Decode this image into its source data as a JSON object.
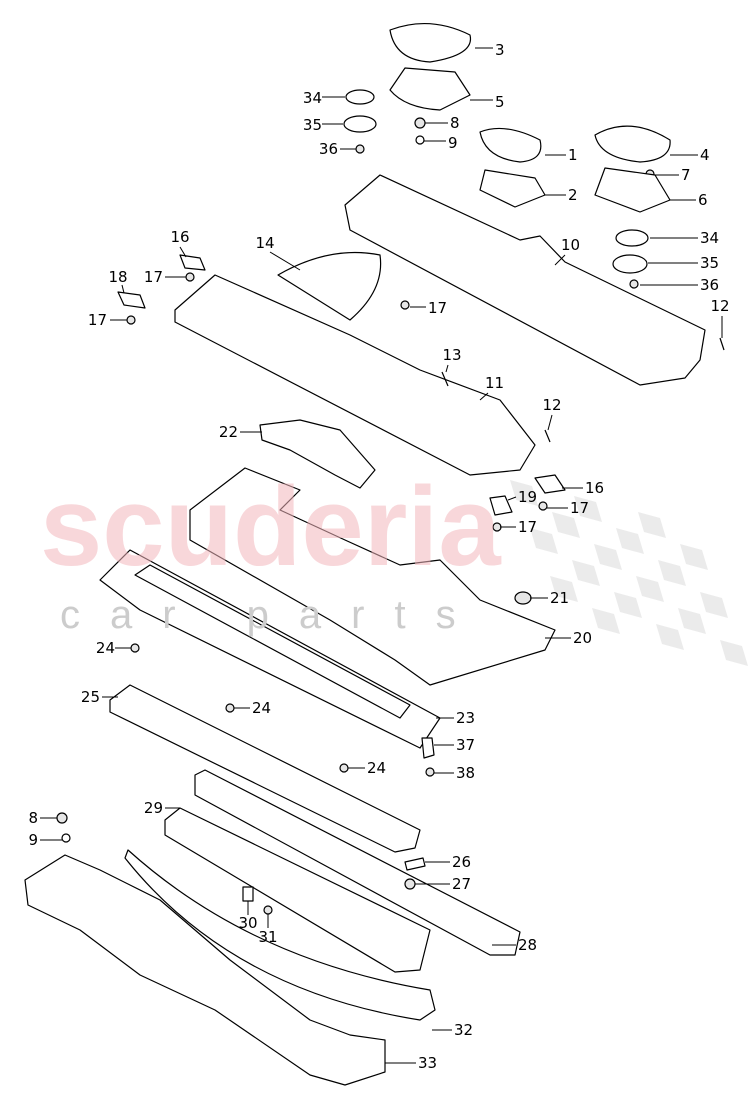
{
  "watermark": {
    "brand": "scuderia",
    "sub": "car parts"
  },
  "callouts": [
    "3",
    "5",
    "34",
    "35",
    "8",
    "36",
    "9",
    "1",
    "7",
    "2",
    "4",
    "6",
    "34",
    "10",
    "35",
    "36",
    "16",
    "14",
    "17",
    "18",
    "17",
    "12",
    "17",
    "13",
    "11",
    "12",
    "22",
    "16",
    "19",
    "17",
    "17",
    "21",
    "20",
    "24",
    "25",
    "24",
    "23",
    "37",
    "24",
    "38",
    "8",
    "9",
    "29",
    "26",
    "27",
    "30",
    "31",
    "28",
    "32",
    "33"
  ]
}
